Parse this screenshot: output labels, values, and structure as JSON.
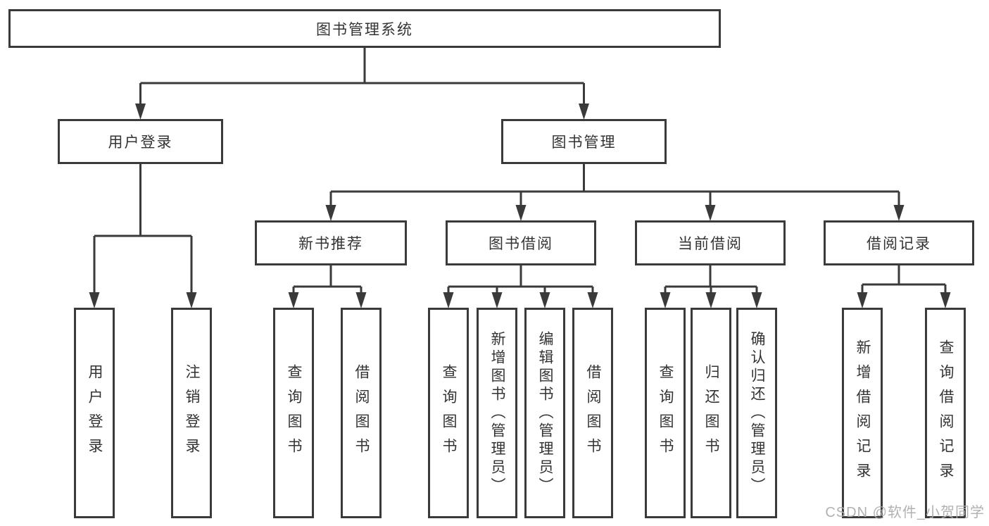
{
  "diagram": {
    "nodes": {
      "root": "图书管理系统",
      "user_login": "用户登录",
      "book_mgmt": "图书管理",
      "new_book_rec": "新书推荐",
      "book_borrow": "图书借阅",
      "current_borrow": "当前借阅",
      "borrow_records": "借阅记录",
      "leaf_user_login": "用户登录",
      "leaf_logout": "注销登录",
      "nb_query_book": "查询图书",
      "nb_borrow_book": "借阅图书",
      "bb_query_book": "查询图书",
      "bb_add_book": "新增图书（管理员）",
      "bb_edit_book": "编辑图书（管理员）",
      "bb_borrow_book": "借阅图书",
      "cb_query_book": "查询图书",
      "cb_return_book": "归还图书",
      "cb_confirm_return": "确认归还（管理员）",
      "br_add_record": "新增借阅记录",
      "br_query_record": "查询借阅记录"
    },
    "watermark": "CSDN @软件_小贺同学",
    "colors": {
      "line": "#3a3a3a",
      "box_background": "#ffffff",
      "text": "#333333",
      "watermark": "#ababab"
    }
  }
}
